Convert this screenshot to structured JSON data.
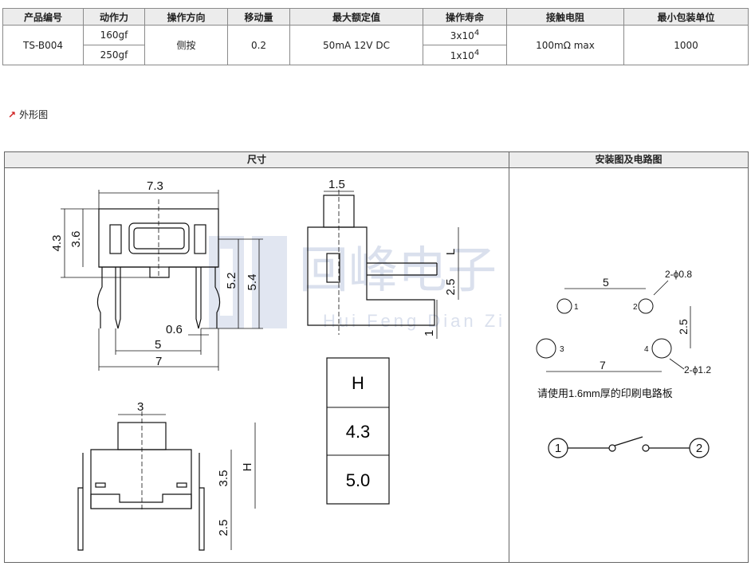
{
  "spec_table": {
    "headers": [
      "产品编号",
      "动作力",
      "操作方向",
      "移动量",
      "最大额定值",
      "操作寿命",
      "接触电阻",
      "最小包装单位"
    ],
    "part_number": "TS-B004",
    "force_values": [
      "160gf",
      "250gf"
    ],
    "direction": "侧按",
    "travel": "0.2",
    "rating": "50mA 12V DC",
    "life_values": [
      {
        "base": "3x10",
        "exp": "4"
      },
      {
        "base": "1x10",
        "exp": "4"
      }
    ],
    "resistance": "100mΩ max",
    "min_pack": "1000"
  },
  "section": {
    "arrow_icon": "red-arrow-icon",
    "title": "外形图"
  },
  "panels": {
    "left_title": "尺寸",
    "right_title": "安装图及电路图"
  },
  "watermark": {
    "text": "回峰电子",
    "pinyin": "Hui Feng Dian Zi"
  },
  "dimensions": {
    "width_total": "7.3",
    "height_43": "4.3",
    "height_36": "3.6",
    "height_52": "5.2",
    "height_54": "5.4",
    "pin_width": "0.6",
    "pin_spacing": "5",
    "pin_span": "7",
    "actuator_width": "1.5",
    "L_label": "L",
    "side_25": "2.5",
    "side_1": "1",
    "bottom_3": "3",
    "bottom_35": "3.5",
    "bottom_H": "H",
    "bottom_25": "2.5"
  },
  "h_table": {
    "header": "H",
    "values": [
      "4.3",
      "5.0"
    ]
  },
  "mounting": {
    "dim_5": "5",
    "dim_7": "7",
    "dim_25": "2.5",
    "hole_small": "2-ϕ0.8",
    "hole_large": "2-ϕ1.2",
    "pin_labels": [
      "1",
      "2",
      "3",
      "4"
    ],
    "pcb_note": "请使用1.6mm厚的印刷电路板"
  },
  "circuit": {
    "terminal_left": "1",
    "terminal_right": "2"
  }
}
